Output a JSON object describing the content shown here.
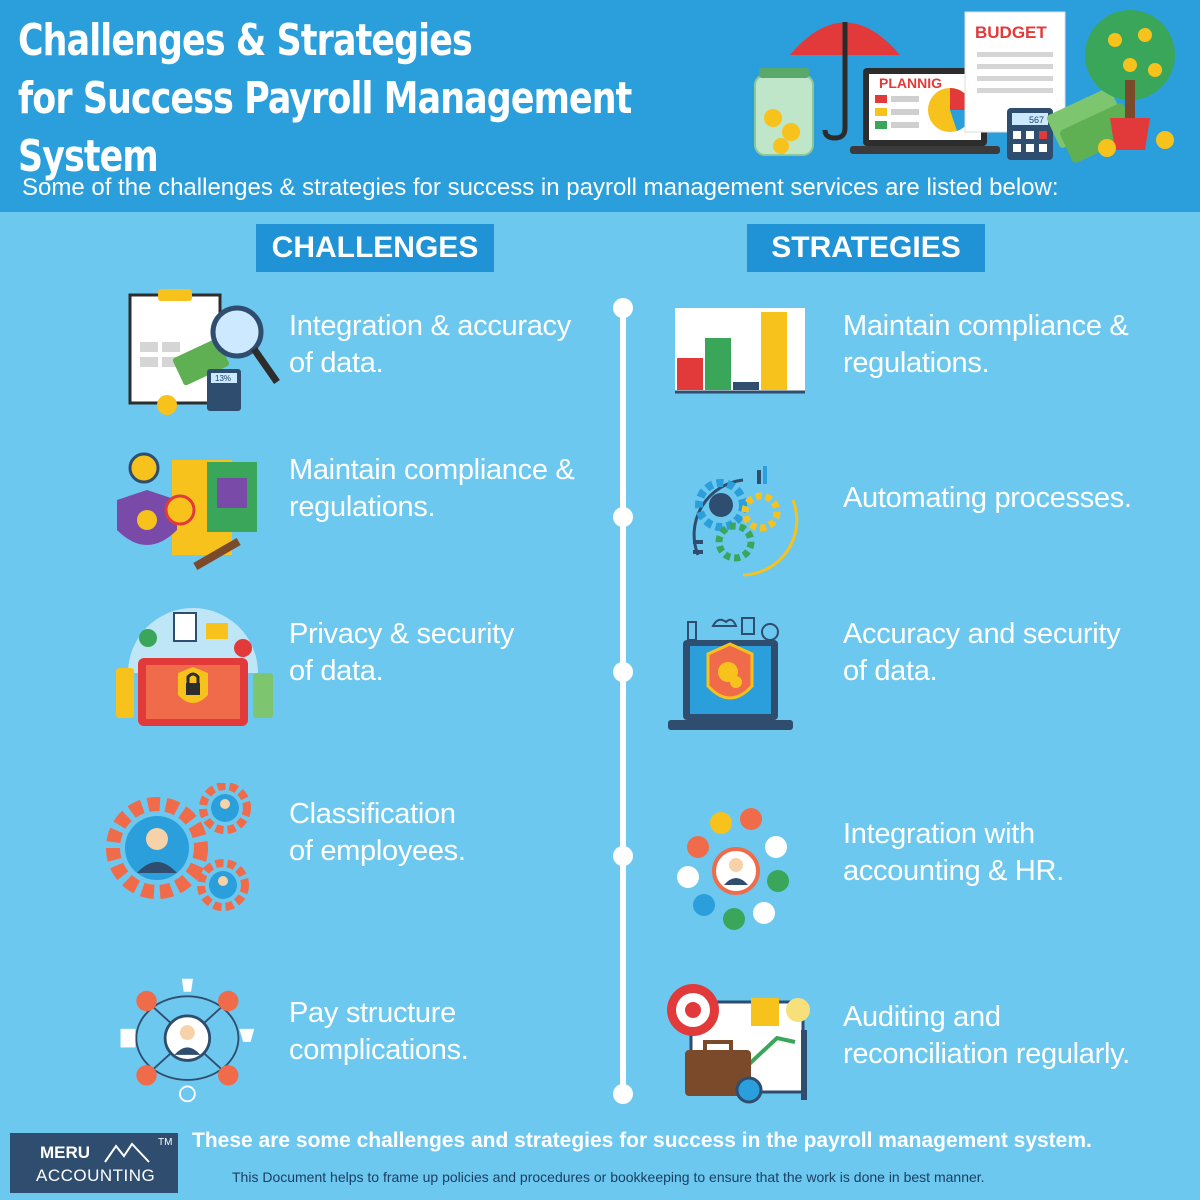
{
  "title": {
    "line1": "Challenges & Strategies",
    "line2": "for Success Payroll Management System"
  },
  "subtitle": "Some of the challenges & strategies for success in payroll management services are listed below:",
  "header_art": {
    "budget_label": "BUDGET",
    "planning_label": "PLANNIG",
    "calculator_display": "567",
    "icons": [
      "coin-jar-icon",
      "umbrella-icon",
      "laptop-chart-icon",
      "budget-document-icon",
      "money-tree-icon",
      "calculator-icon",
      "banknotes-icon"
    ]
  },
  "columns": {
    "challenges_heading": "CHALLENGES",
    "strategies_heading": "STRATEGIES"
  },
  "challenges": [
    {
      "line1": "Integration & accuracy",
      "line2": "of data.",
      "icon": "clipboard-magnifier-icon",
      "icon_text": "13%"
    },
    {
      "line1": "Maintain compliance &",
      "line2": "regulations.",
      "icon": "legal-documents-icon"
    },
    {
      "line1": "Privacy & security",
      "line2": "of data.",
      "icon": "padlock-screen-icon"
    },
    {
      "line1": "Classification",
      "line2": "of employees.",
      "icon": "employee-gears-icon"
    },
    {
      "line1": "Pay structure",
      "line2": "complications.",
      "icon": "network-people-icon"
    }
  ],
  "strategies": [
    {
      "line1": "Maintain compliance &",
      "line2": "regulations.",
      "icon": "bar-chart-icon"
    },
    {
      "line1": "Automating processes.",
      "line2": "",
      "icon": "automation-gears-icon"
    },
    {
      "line1": "Accuracy and security",
      "line2": "of data.",
      "icon": "shield-laptop-icon"
    },
    {
      "line1": "Integration with",
      "line2": "accounting & HR.",
      "icon": "hub-integration-icon"
    },
    {
      "line1": "Auditing and",
      "line2": "reconciliation  regularly.",
      "icon": "audit-board-icon"
    }
  ],
  "footer": {
    "headline": "These are some challenges and strategies for success in the payroll management system.",
    "note": "This Document helps to frame up policies and procedures or bookkeeping to ensure that the work is done in best manner."
  },
  "logo": {
    "line1": "MERU",
    "line2": "ACCOUNTING",
    "trademark": "TM"
  },
  "colors": {
    "background": "#6cc8ef",
    "header": "#2b9fdc",
    "heading_box": "#1f93d6",
    "logo_bg": "#2f4d6e"
  }
}
